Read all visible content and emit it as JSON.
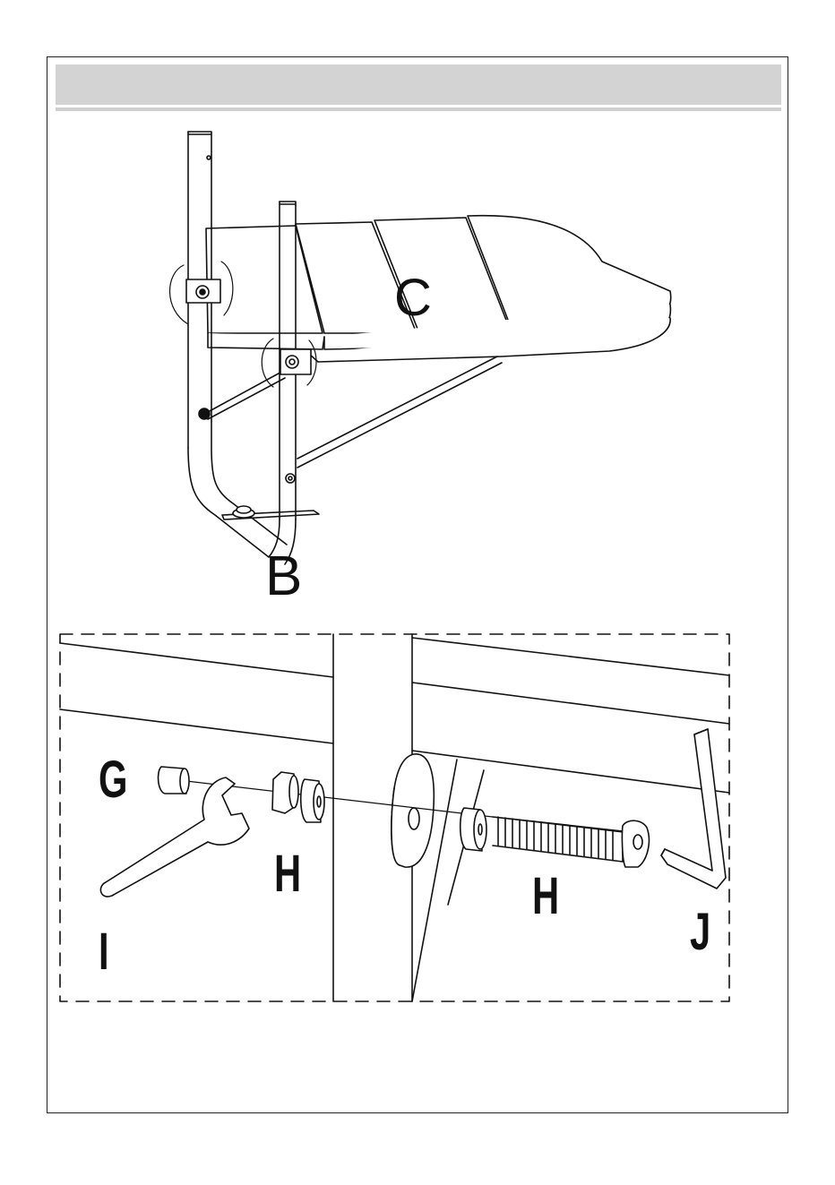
{
  "header": {
    "title": ""
  },
  "labels": {
    "seat": "C",
    "frame": "B",
    "cap_nut": "G",
    "nut_washer": "H",
    "bolt": "H",
    "wrench": "I",
    "allen_key": "J"
  }
}
